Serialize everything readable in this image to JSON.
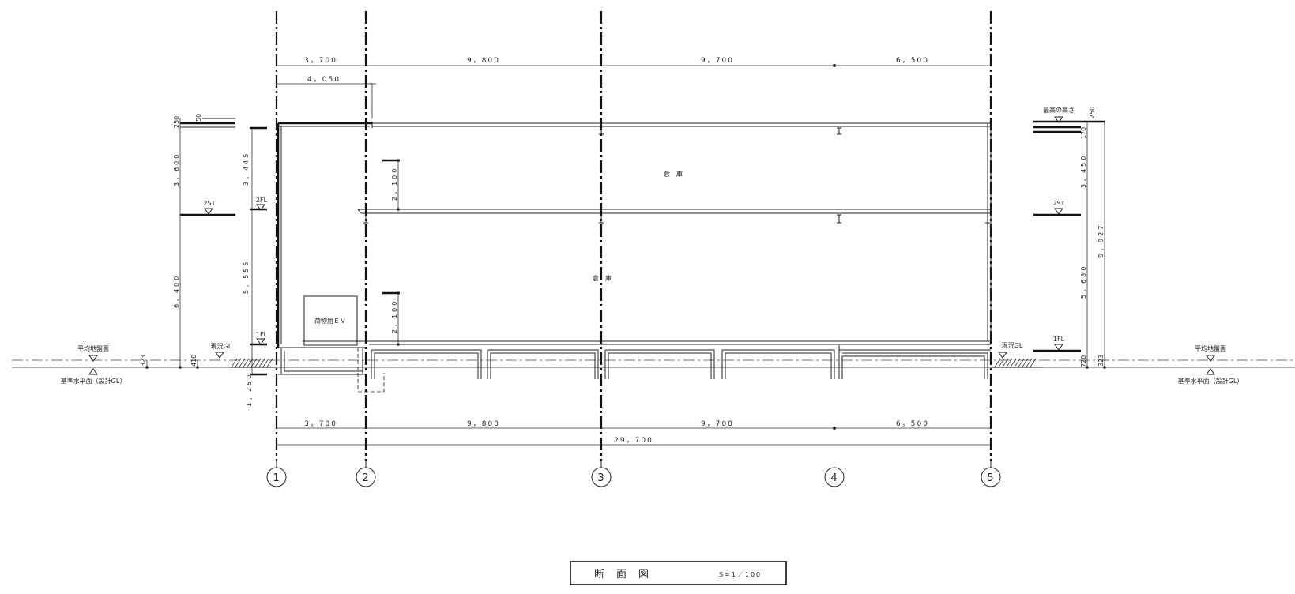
{
  "dimensions": {
    "top_spans": [
      "3，700",
      "9，800",
      "9，700",
      "6，500"
    ],
    "top_roof_span": "4，050",
    "bottom_spans": [
      "3，700",
      "9，800",
      "9，700",
      "6，500"
    ],
    "bottom_total": "29，700",
    "left_heights": [
      "250",
      "3，600",
      "6，400",
      "323"
    ],
    "left_inner_heights": [
      "50",
      "3，445",
      "5，555",
      "410",
      "1，250"
    ],
    "inner_heights": [
      "2，100",
      "2，100"
    ],
    "right_heights": [
      "250",
      "170",
      "3，450",
      "5，680",
      "720",
      "323",
      "9，927"
    ]
  },
  "levels": {
    "left": [
      "2ST",
      "2FL",
      "1FL",
      "現況GL"
    ],
    "right": [
      "最高の高さ",
      "2ST",
      "1FL",
      "現況GL"
    ],
    "left_ground_above": "平均地盤面",
    "left_ground_below": "基準水平面（設計GL）",
    "right_ground_above": "平均地盤面",
    "right_ground_below": "基準水平面（設計GL）"
  },
  "rooms": {
    "upper": "倉　庫",
    "lower": "倉　庫",
    "elevator": "荷物用ＥＶ"
  },
  "grid_axes": [
    "1",
    "2",
    "3",
    "4",
    "5"
  ],
  "title_block": {
    "title": "断　面　図",
    "scale": "S=1／100"
  }
}
